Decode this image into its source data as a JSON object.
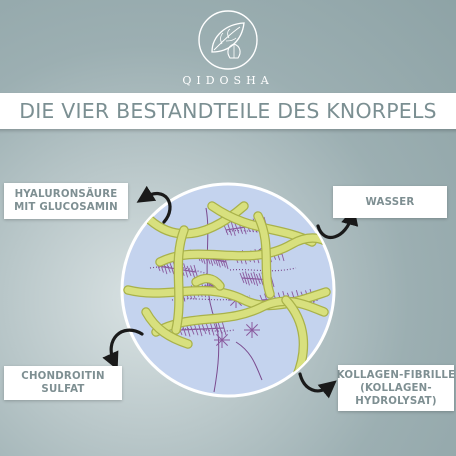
{
  "brand": "QIDOSHA",
  "title": "DIE VIER BESTANDTEILE DES KNORPELS",
  "labels": {
    "hyaluronsaeure": [
      "HYALURONSÄURE",
      "MIT GLUCOSAMIN"
    ],
    "wasser": [
      "WASSER"
    ],
    "chondroitin": [
      "CHONDROITIN",
      "SULFAT"
    ],
    "kollagen": [
      "KOLLAGEN-FIBRILLE",
      "(KOLLAGEN-",
      "HYDROLYSAT)"
    ]
  },
  "icons": [
    "lotus-leaf-logo-icon",
    "curved-arrow-icon"
  ],
  "colors": {
    "background": "#9fb2b5",
    "circle_fill": "#c4d3ee",
    "fiber": "#d8e07e",
    "molecule": "#8a5a9e",
    "title_text": "#7b8f92",
    "label_text": "#7e8f92",
    "arrow": "#1a1a1a"
  }
}
